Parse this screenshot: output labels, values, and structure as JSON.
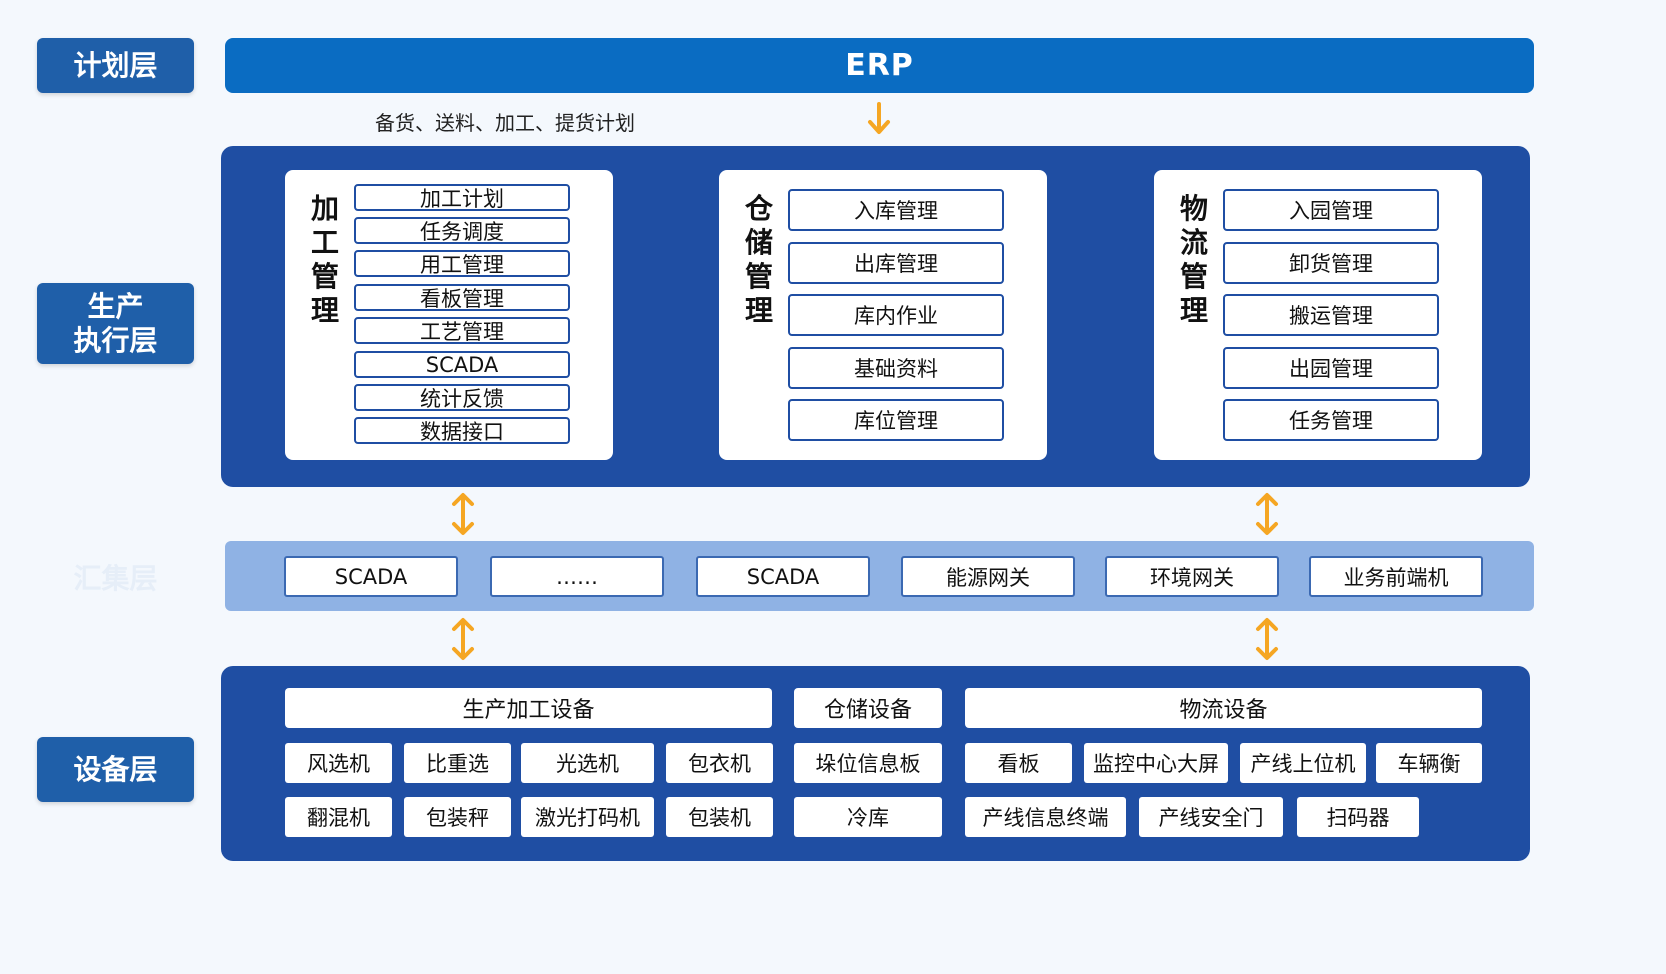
{
  "layers": {
    "plan": "计划层",
    "exec": "生产\n执行层",
    "collect": "汇集层",
    "device": "设备层"
  },
  "erp": {
    "label": "ERP",
    "note": "备货、送料、加工、提货计划"
  },
  "modules": [
    {
      "title_chars": [
        "加",
        "工",
        "管",
        "理"
      ],
      "items": [
        "加工计划",
        "任务调度",
        "用工管理",
        "看板管理",
        "工艺管理",
        "SCADA",
        "统计反馈",
        "数据接口"
      ]
    },
    {
      "title_chars": [
        "仓",
        "储",
        "管",
        "理"
      ],
      "items": [
        "入库管理",
        "出库管理",
        "库内作业",
        "基础资料",
        "库位管理"
      ]
    },
    {
      "title_chars": [
        "物",
        "流",
        "管",
        "理"
      ],
      "items": [
        "入园管理",
        "卸货管理",
        "搬运管理",
        "出园管理",
        "任务管理"
      ]
    }
  ],
  "collect_items": [
    "SCADA",
    "……",
    "SCADA",
    "能源网关",
    "环境网关",
    "业务前端机"
  ],
  "devices": {
    "headers": [
      "生产加工设备",
      "仓储设备",
      "物流设备"
    ],
    "row1": [
      "风选机",
      "比重选",
      "光选机",
      "包衣机",
      "垛位信息板",
      "看板",
      "监控中心大屏",
      "产线上位机",
      "车辆衡"
    ],
    "row2": [
      "翻混机",
      "包装秤",
      "激光打码机",
      "包装机",
      "冷库",
      "产线信息终端",
      "产线安全门",
      "扫码器"
    ]
  },
  "colors": {
    "panel": "#1f4ea3",
    "erp": "#0a6cc2",
    "collect": "#8fb2e4",
    "arrow": "#f5a623"
  },
  "icons": [
    "arrow-down-icon",
    "double-arrow-icon"
  ]
}
